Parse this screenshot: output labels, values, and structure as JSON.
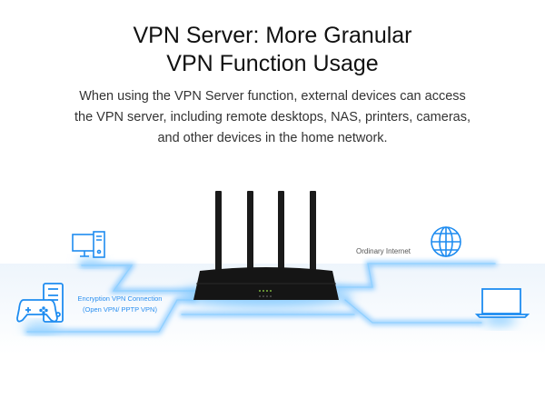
{
  "heading": {
    "line1": "VPN Server: More Granular",
    "line2": "VPN Function Usage"
  },
  "description": {
    "line1": "When using the VPN Server function, external devices can access",
    "line2": "the VPN server, including remote desktops, NAS, printers, cameras,",
    "line3": "and other devices in the home network."
  },
  "diagram": {
    "vpn_label_line1": "Encryption VPN Connection",
    "vpn_label_line2": "(Open VPN/ PPTP VPN)",
    "internet_label": "Ordinary Internet",
    "accent_color": "#1e8cf0",
    "router_color": "#151515"
  }
}
